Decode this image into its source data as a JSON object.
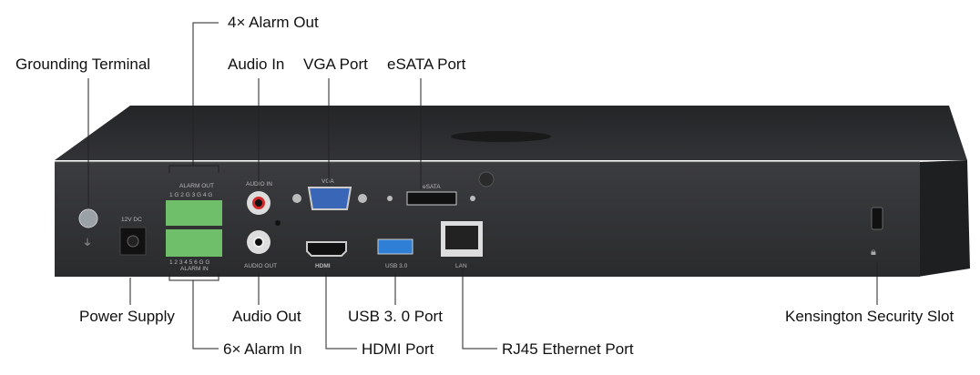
{
  "callouts": {
    "grounding": "Grounding Terminal",
    "alarm_out": "4× Alarm Out",
    "audio_in": "Audio In",
    "vga": "VGA Port",
    "esata": "eSATA Port",
    "power": "Power Supply",
    "audio_out": "Audio Out",
    "usb": "USB 3. 0 Port",
    "kensington": "Kensington Security Slot",
    "alarm_in": "6× Alarm In",
    "hdmi": "HDMI Port",
    "rj45": "RJ45 Ethernet Port"
  },
  "panel_labels": {
    "dc": "12V DC",
    "alarm_out": "ALARM OUT",
    "alarm_out_pins": "1 G 2 G 3 G 4 G",
    "alarm_in": "ALARM IN",
    "alarm_in_pins": "1 2 3 4 5 6 G G",
    "audio_in": "AUDIO IN",
    "audio_out": "AUDIO OUT",
    "vga": "VGA",
    "esata": "eSATA",
    "hdmi": "HDMI",
    "usb": "USB 3.0",
    "lan": "LAN"
  },
  "colors": {
    "body": "#2b2c2e",
    "terminal": "#6fbf6a",
    "vga": "#3a66b8",
    "usb": "#2f7fd6",
    "rca_red": "#d12a2a"
  }
}
